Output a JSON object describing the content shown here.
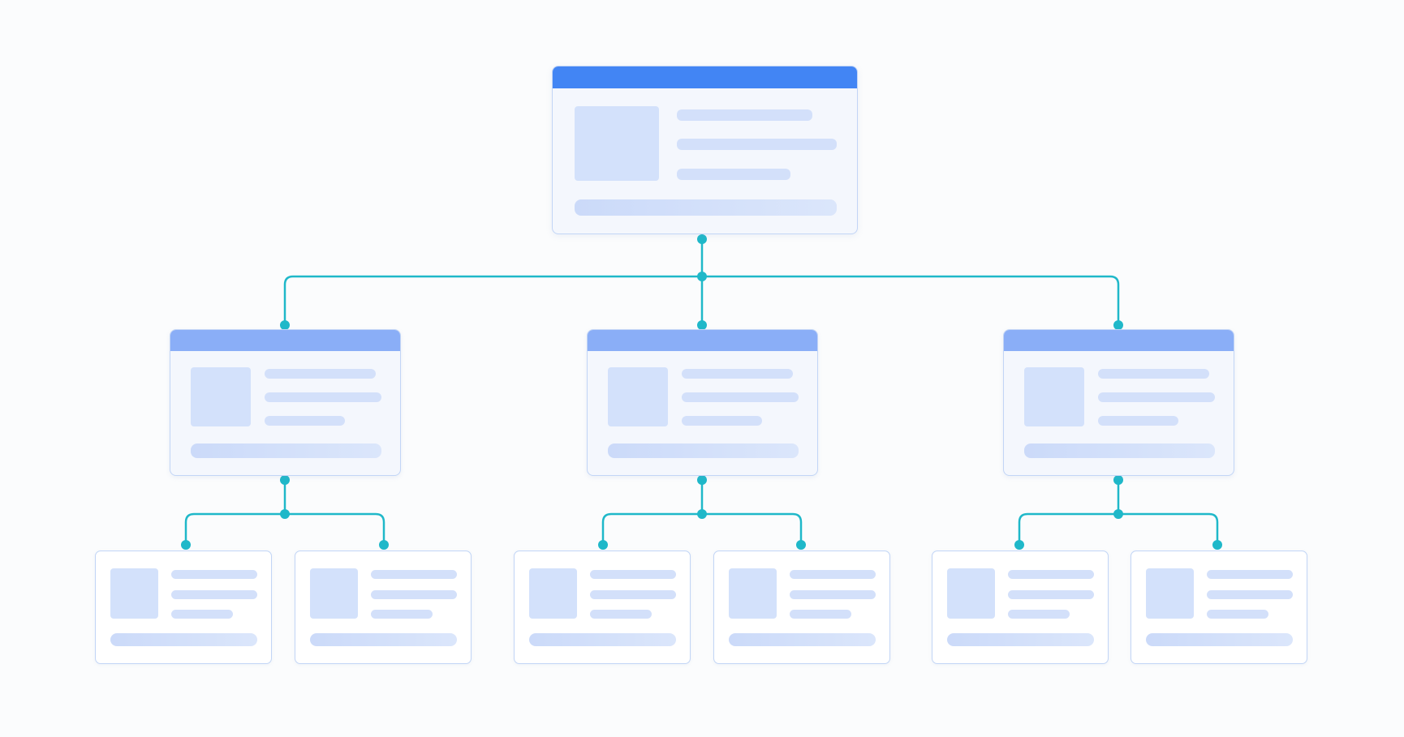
{
  "colors": {
    "background": "#fbfcfd",
    "root_header": "#4285f4",
    "mid_header": "#8aaef7",
    "card_fill": "#f4f7fd",
    "card_border": "#c2d5f6",
    "placeholder": "#d3e1fb",
    "connector": "#1fb8c9"
  },
  "diagram": {
    "type": "tree-hierarchy",
    "levels": 3,
    "root": {
      "header_color": "#4285f4",
      "children": [
        {
          "header_color": "#8aaef7",
          "children_count": 2
        },
        {
          "header_color": "#8aaef7",
          "children_count": 2
        },
        {
          "header_color": "#8aaef7",
          "children_count": 2
        }
      ]
    }
  }
}
